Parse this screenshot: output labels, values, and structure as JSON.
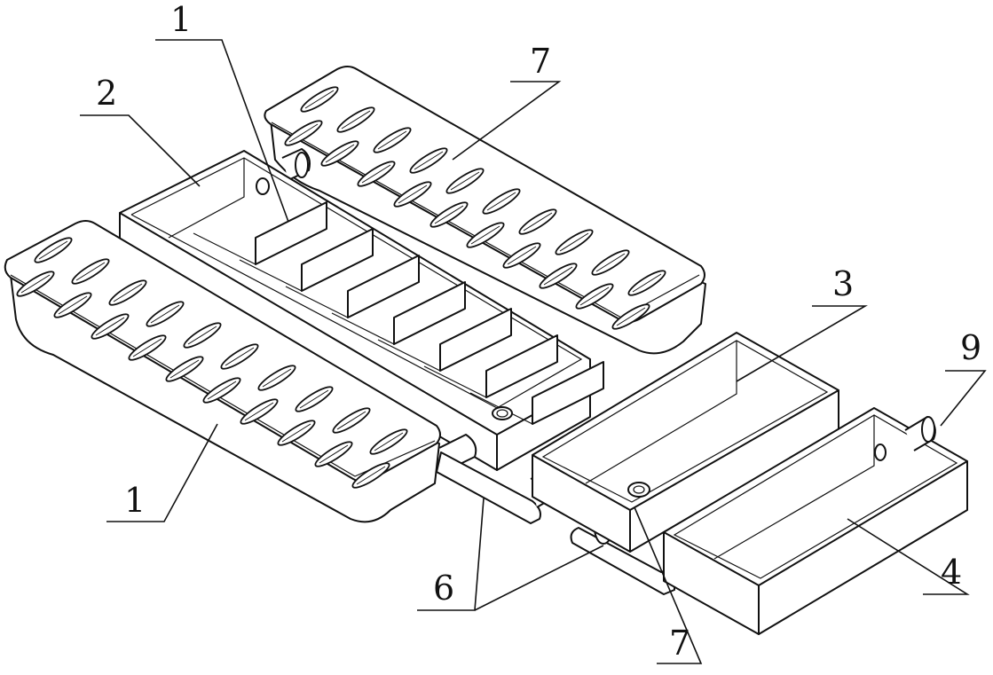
{
  "labels": {
    "top_left_1": "1",
    "left_2": "2",
    "top_right_7": "7",
    "right_3": "3",
    "right_9": "9",
    "bottom_left_1": "1",
    "bottom_6": "6",
    "bottom_7": "7",
    "bottom_right_4": "4"
  }
}
